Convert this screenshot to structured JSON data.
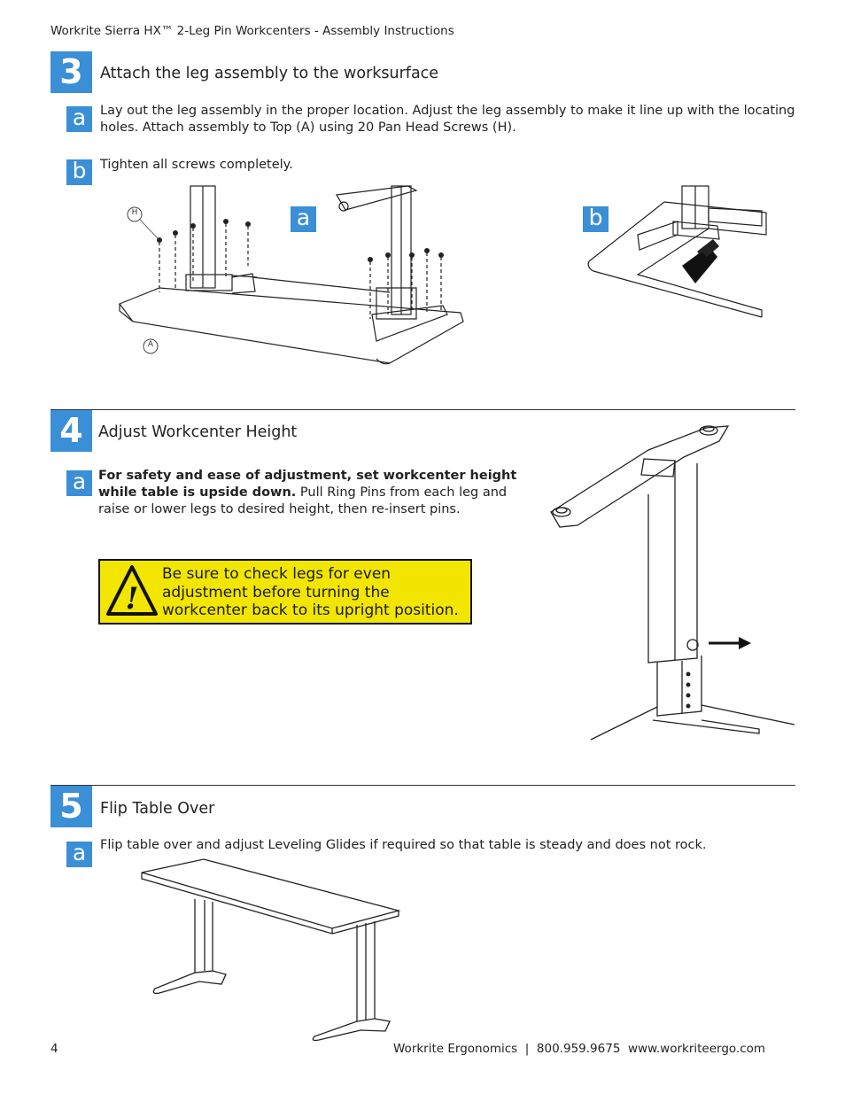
{
  "header": {
    "title": "Workrite Sierra HX™ 2-Leg Pin Workcenters - Assembly Instructions"
  },
  "steps": [
    {
      "number": "3",
      "title": "Attach the leg assembly to the worksurface",
      "substeps": [
        {
          "letter": "a",
          "text": "Lay out the leg assembly in the proper location. Adjust the leg assembly to make it line up with the locating holes. Attach assembly to Top (A) using 20 Pan Head Screws (H)."
        },
        {
          "letter": "b",
          "text": "Tighten all screws completely."
        }
      ],
      "figure": {
        "label_a": "a",
        "label_b": "b",
        "callout_h": "H",
        "callout_a": "A"
      }
    },
    {
      "number": "4",
      "title": "Adjust Workcenter Height",
      "substeps": [
        {
          "letter": "a",
          "text_bold": "For safety and ease of adjustment, set workcenter height while table is upside down.",
          "text": " Pull Ring Pins from each leg and raise or lower legs to desired height, then re-insert pins."
        }
      ],
      "warning": {
        "icon": "warning-triangle-icon",
        "text": "Be sure to check legs for even adjustment before turning the workcenter back to its upright position."
      }
    },
    {
      "number": "5",
      "title": "Flip Table Over",
      "substeps": [
        {
          "letter": "a",
          "text": "Flip table over and adjust Leveling Glides if required so that table is steady and does not rock."
        }
      ]
    }
  ],
  "footer": {
    "page_number": "4",
    "company": "Workrite Ergonomics  |  800.959.9675  www.workriteergo.com"
  },
  "colors": {
    "accent_blue": "#3a8fd6",
    "warning_yellow": "#f2e600"
  }
}
